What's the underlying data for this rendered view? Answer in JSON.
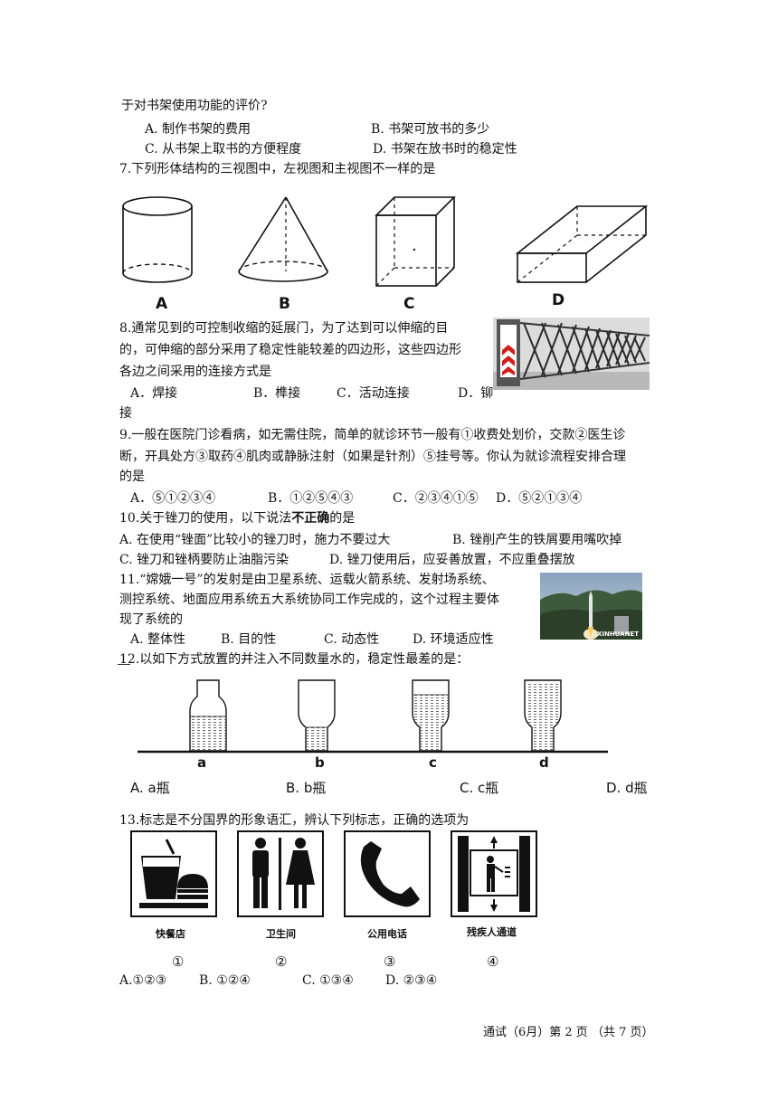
{
  "q6": {
    "line1": "于对书架使用功能的评价?",
    "optA": "A. 制作书架的费用",
    "optB": "B. 书架可放书的多少",
    "optC": "C. 从书架上取书的方便程度",
    "optD": "D. 书架在放书时的稳定性"
  },
  "q7": {
    "stem": "7.下列形体结构的三视图中，左视图和主视图不一样的是",
    "labels": [
      "A",
      "B",
      "C",
      "D"
    ]
  },
  "q8": {
    "line1": "8.通常见到的可控制收缩的延展门，为了达到可以伸缩的目",
    "line2": "的，可伸缩的部分采用了稳定性能较差的四边形，这些四边形",
    "line3": "各边之间采用的连接方式是",
    "optA": "A．焊接",
    "optB": "B．榫接",
    "optC": "C．活动连接",
    "optD1": "D．铆",
    "optD2": "接"
  },
  "q9": {
    "line1": "9.一般在医院门诊看病，如无需住院，简单的就诊环节一般有①收费处划价，交款②医生诊",
    "line2": "断，开具处方③取药④肌肉或静脉注射（如果是针剂）⑤挂号等。你认为就诊流程安排合理",
    "line3": "的是",
    "optA": "A．⑤①②③④",
    "optB": "B．①②⑤④③",
    "optC": "C．②③④①⑤",
    "optD": "D．⑤②①③④"
  },
  "q10": {
    "stem_pre": "10.关于锉刀的使用，以下说法",
    "stem_emph": "不正确",
    "stem_post": "的是",
    "optA": "A. 在使用“锉面”比较小的锉刀时，施力不要过大",
    "optB": "B. 锉削产生的铁屑要用嘴吹掉",
    "optC": "C. 锉刀和锉柄要防止油脂污染",
    "optD": "D. 锉刀使用后，应妥善放置，不应重叠摆放"
  },
  "q11": {
    "line1": "11.“嫦娥一号”的发射是由卫星系统、运载火箭系统、发射场系统、",
    "line2": "测控系统、地面应用系统五大系统协同工作完成的，这个过程主要体",
    "line3": "现了系统的",
    "optA": "A. 整体性",
    "optB": "B. 目的性",
    "optC": "C. 动态性",
    "optD": "D. 环境适应性",
    "watermark": "XINHUANET"
  },
  "q12": {
    "stem": "12.以如下方式放置的并注入不同数量水的，稳定性最差的是：",
    "bottle_labels": [
      "a",
      "b",
      "c",
      "d"
    ],
    "optA": "A. a瓶",
    "optB": "B. b瓶",
    "optC": "C. c瓶",
    "optD": "D. d瓶"
  },
  "q13": {
    "stem": "13.标志是不分国界的形象语汇，辨认下列标志，正确的选项为",
    "captions": [
      "快餐店",
      "卫生间",
      "公用电话",
      "残疾人通道"
    ],
    "nums": [
      "①",
      "②",
      "③",
      "④"
    ],
    "optA": "A.①②③",
    "optB": "B. ①②④",
    "optC": "C. ①③④",
    "optD": "D. ②③④"
  },
  "footer": "通试（6月）第 2 页 （共 7 页）"
}
